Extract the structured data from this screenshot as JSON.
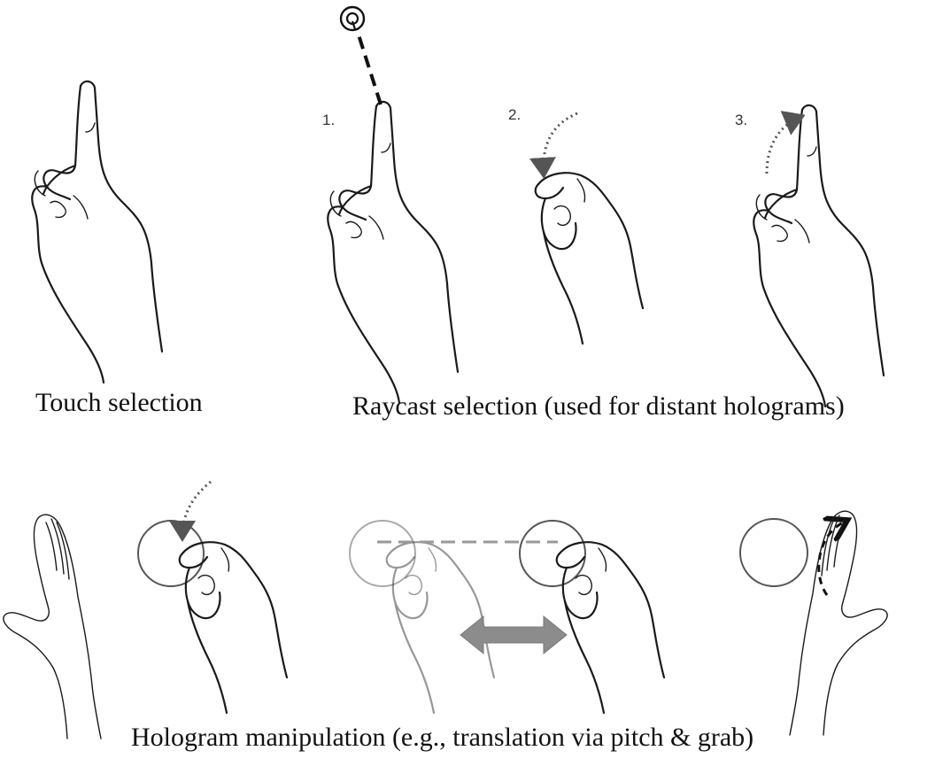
{
  "captions": {
    "touch": "Touch selection",
    "raycast": "Raycast selection (used for distant holograms)",
    "manipulation": "Hologram manipulation (e.g., translation via pitch & grab)"
  },
  "steps": [
    "1.",
    "2.",
    "3."
  ],
  "colors": {
    "line": "#1a1a1a",
    "dotted_arrow": "#555555",
    "faded": "#9a9a9a",
    "double_arrow": "#8c8c8c"
  }
}
